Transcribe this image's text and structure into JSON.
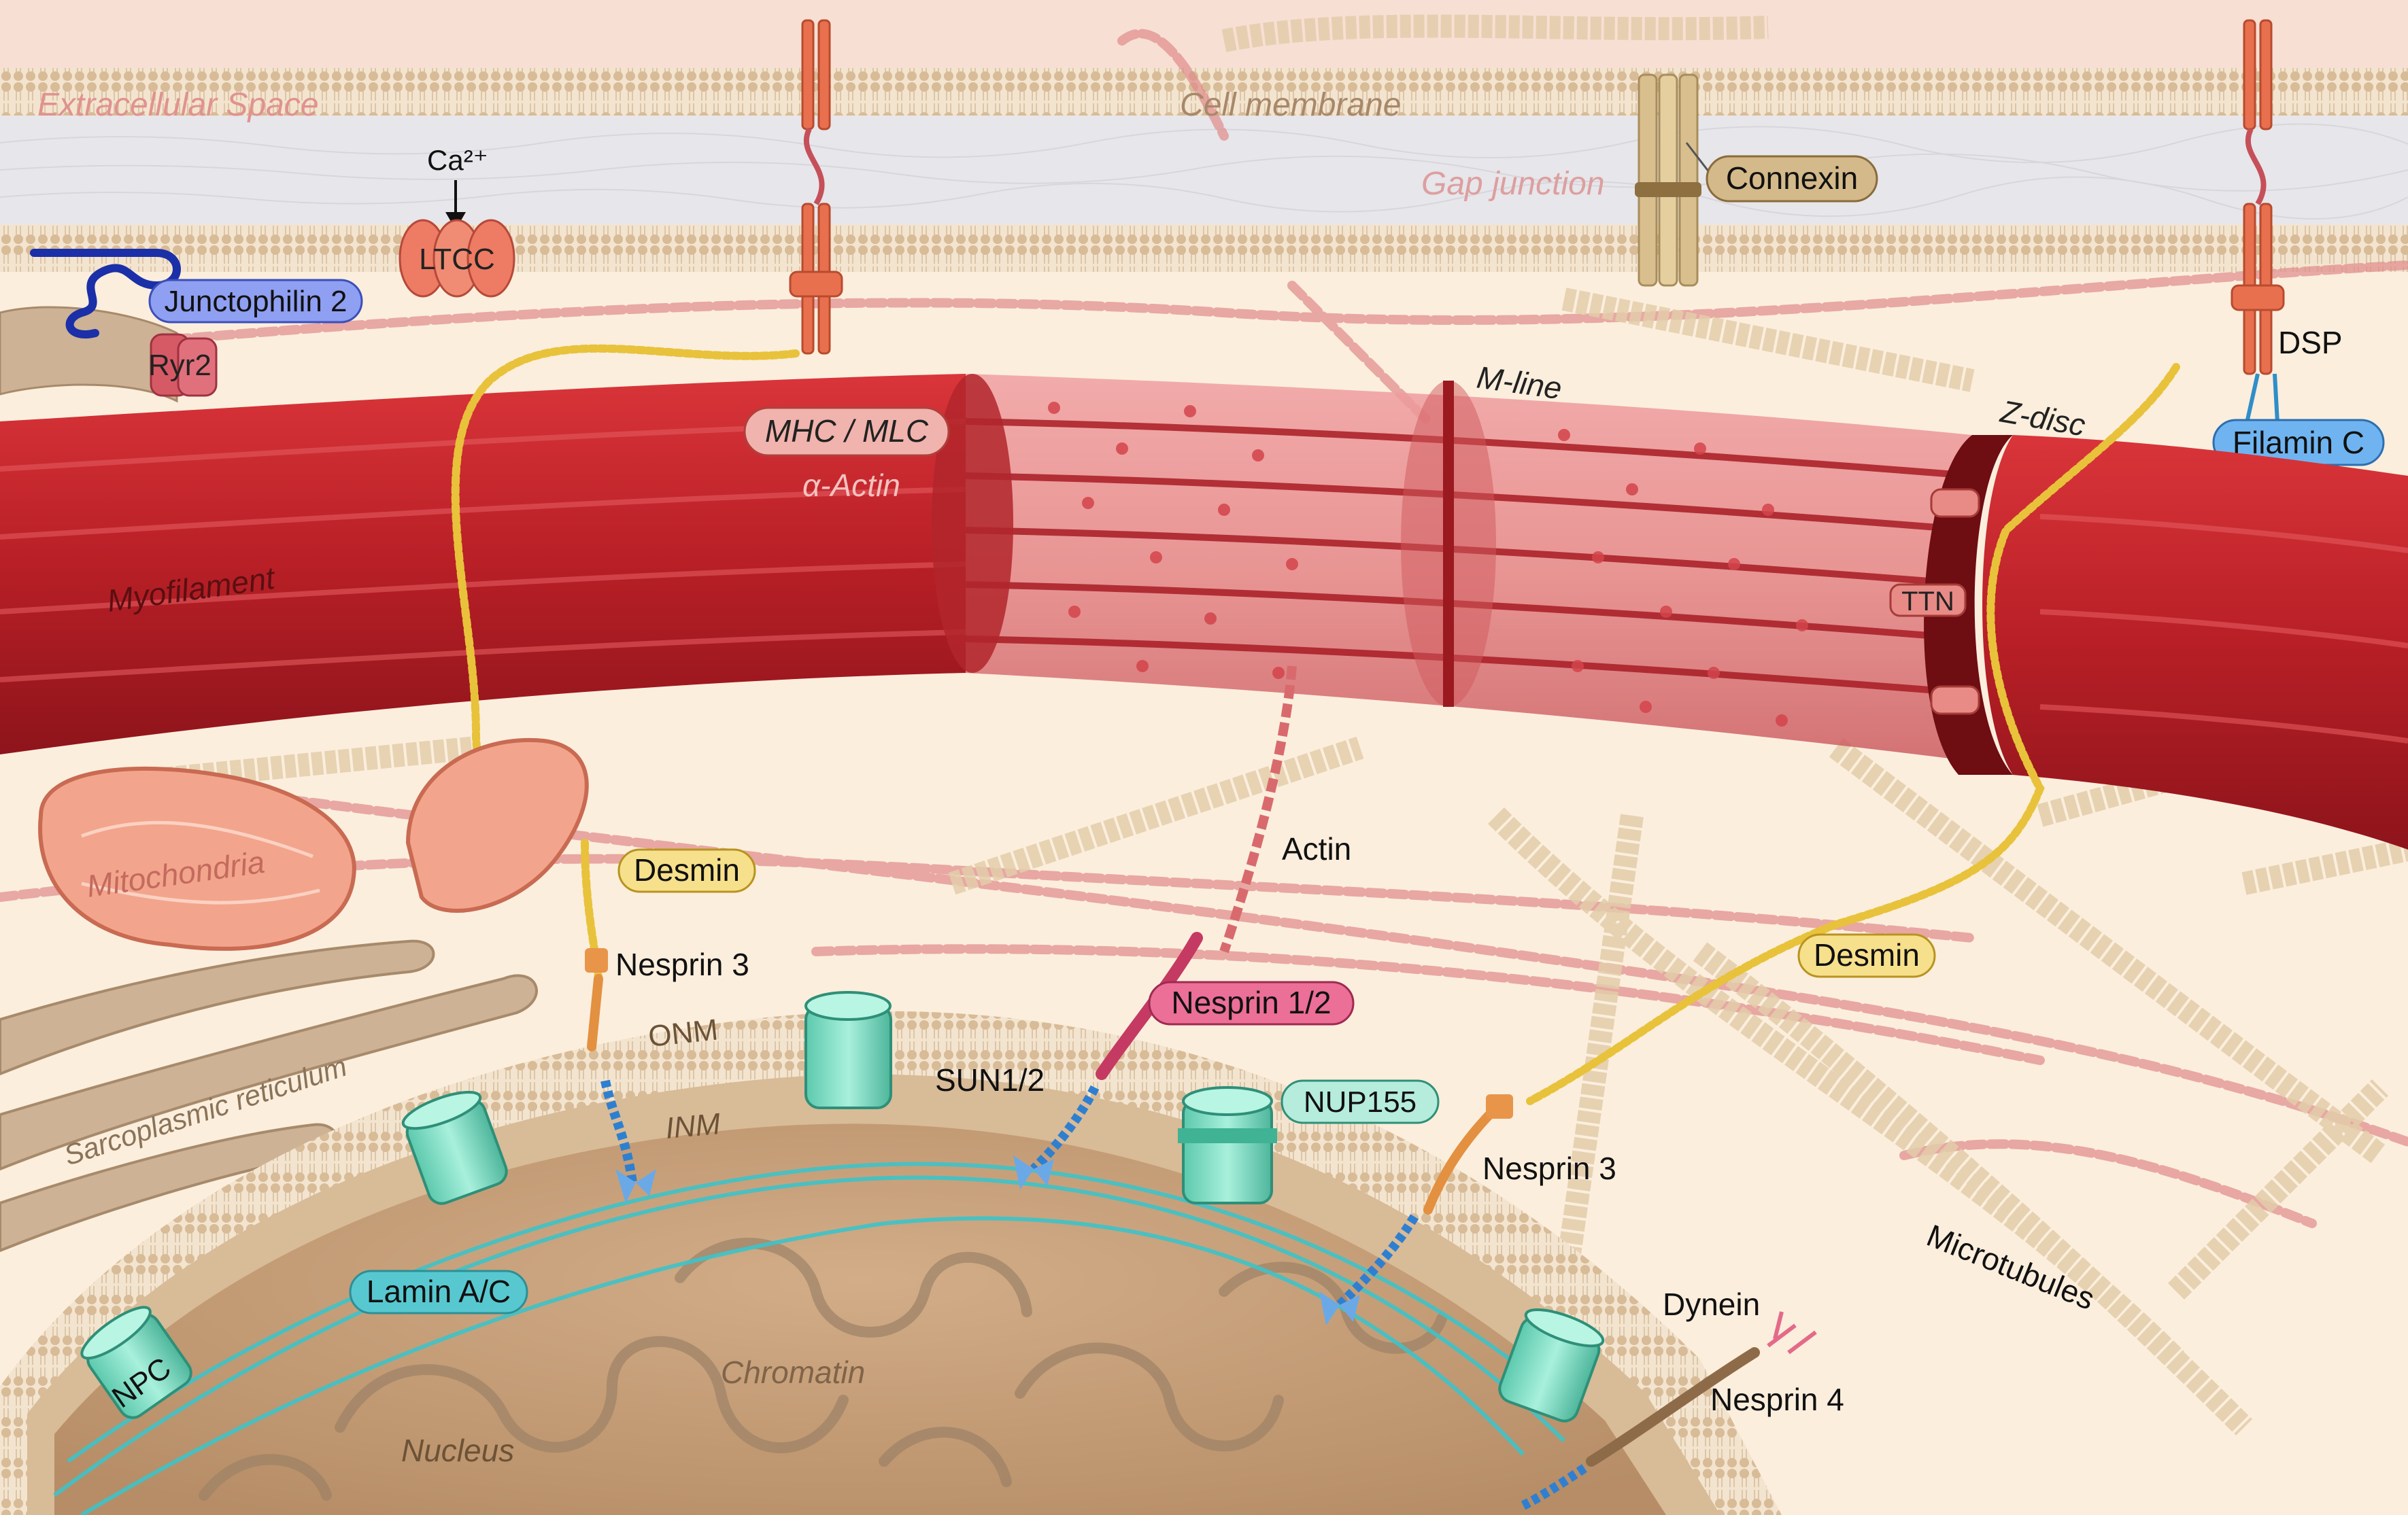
{
  "labels": {
    "extracellular_space": "Extracellular Space",
    "cell_membrane": "Cell membrane",
    "gap_junction": "Gap junction",
    "connexin": "Connexin",
    "ca": "Ca²⁺",
    "ltcc": "LTCC",
    "junctophilin2": "Junctophilin 2",
    "ryr2": "Ryr2",
    "dsp": "DSP",
    "filamin_c": "Filamin C",
    "m_line": "M-line",
    "z_disc": "Z-disc",
    "mhc_mlc": "MHC / MLC",
    "alpha_actin": "α-Actin",
    "myofilament": "Myofilament",
    "ttn": "TTN",
    "mitochondria": "Mitochondria",
    "desmin_left": "Desmin",
    "desmin_right": "Desmin",
    "actin": "Actin",
    "nesprin3_left": "Nesprin 3",
    "nesprin3_right": "Nesprin 3",
    "nesprin12": "Nesprin 1/2",
    "sun12": "SUN1/2",
    "nup155": "NUP155",
    "onm": "ONM",
    "inm": "INM",
    "sarcoplasmic_reticulum": "Sarcoplasmic reticulum",
    "lamin_ac": "Lamin A/C",
    "npc": "NPC",
    "chromatin": "Chromatin",
    "nucleus": "Nucleus",
    "microtubules": "Microtubules",
    "dynein": "Dynein",
    "nesprin4": "Nesprin 4"
  },
  "colors": {
    "cytoplasm": "#fbeedd",
    "membrane": "#d9c0a0",
    "gap_band": "#e6e6ea",
    "myofilament": "#c0252b",
    "desmin": "#e8c23a",
    "nucleus": "#c8a27c",
    "npc": "#7fe0c8",
    "lamin": "#3fc3c8",
    "sun": "#2f7fd0",
    "nesprin12": "#d2476d",
    "junctophilin_badge": "#8f9ff2",
    "filamin_badge": "#6fb4f0"
  }
}
